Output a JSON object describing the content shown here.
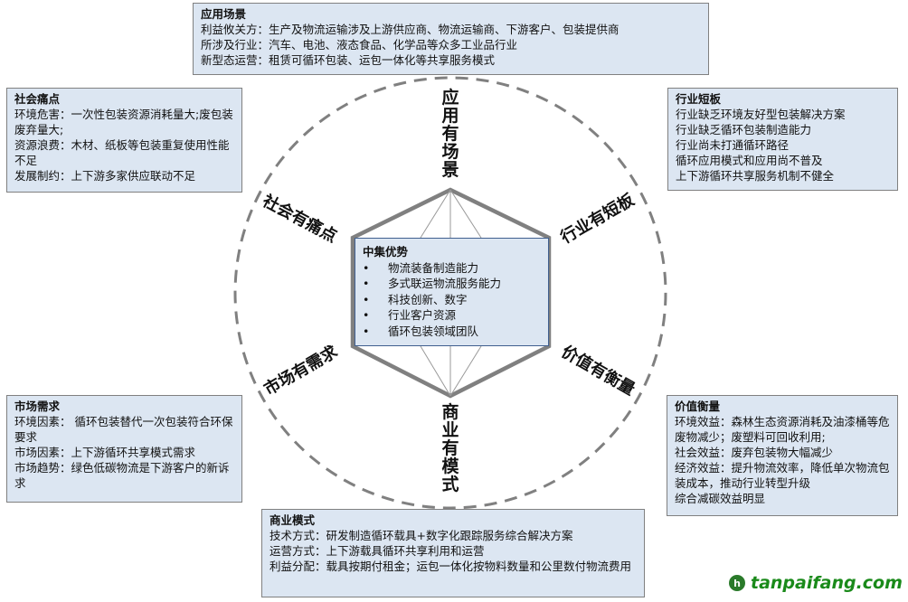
{
  "center": {
    "title": "中集优势",
    "bullet": "•",
    "items": [
      "物流装备制造能力",
      "多式联运物流服务能力",
      "科技创新、数字",
      "行业客户资源",
      "循环包装领域团队"
    ]
  },
  "axes": {
    "top": "应用有场景",
    "bottom": "商业有模式",
    "upper_left": "社会有痛点",
    "upper_right": "行业有短板",
    "lower_left": "市场有需求",
    "lower_right": "价值有衡量"
  },
  "boxes": {
    "application": {
      "title": "应用场景",
      "lines": [
        "利益攸关方：生产及物流运输涉及上游供应商、物流运输商、下游客户、包装提供商",
        "所涉及行业：汽车、电池、液态食品、化学品等众多工业品行业",
        "新型态运营：租赁可循环包装、运包一体化等共享服务模式"
      ]
    },
    "social": {
      "title": "社会痛点",
      "lines": [
        "环境危害：一次性包装资源消耗量大;废包装废弃量大;",
        "资源浪费：木材、纸板等包装重复使用性能不足",
        "发展制约：上下游多家供应联动不足"
      ]
    },
    "industry": {
      "title": "行业短板",
      "lines": [
        "行业缺乏环境友好型包装解决方案",
        "行业缺乏循环包装制造能力",
        "行业尚未打通循环路径",
        "循环应用模式和应用尚不普及",
        "上下游循环共享服务机制不健全"
      ]
    },
    "market": {
      "title": "市场需求",
      "lines": [
        "环境因素： 循环包装替代一次包装符合环保要求",
        "市场因素：上下游循环共享模式需求",
        "市场趋势：绿色低碳物流是下游客户的新诉求"
      ]
    },
    "value": {
      "title": "价值衡量",
      "lines": [
        "环境效益：森林生态资源消耗及油漆桶等危废物减少；废塑料可回收利用;",
        "社会效益：废弃包装物大幅减少",
        "经济效益：提升物流效率，降低单次物流包装成本，推动行业转型升级",
        "综合减碳效益明显"
      ]
    },
    "business": {
      "title": "商业模式",
      "lines": [
        "技术方式：研发制造循环载具+数字化跟踪服务综合解决方案",
        "运营方式：上下游载具循环共享利用和运营",
        "利益分配：载具按期付租金；运包一体化按物料数量和公里数付物流费用"
      ]
    }
  },
  "watermark": {
    "icon": "h",
    "text": "tanpaifang.com"
  },
  "colors": {
    "box_fill": "#dce6f2",
    "box_border": "#808080",
    "hex_stroke": "#808080",
    "logo": "#1a8a1a"
  }
}
